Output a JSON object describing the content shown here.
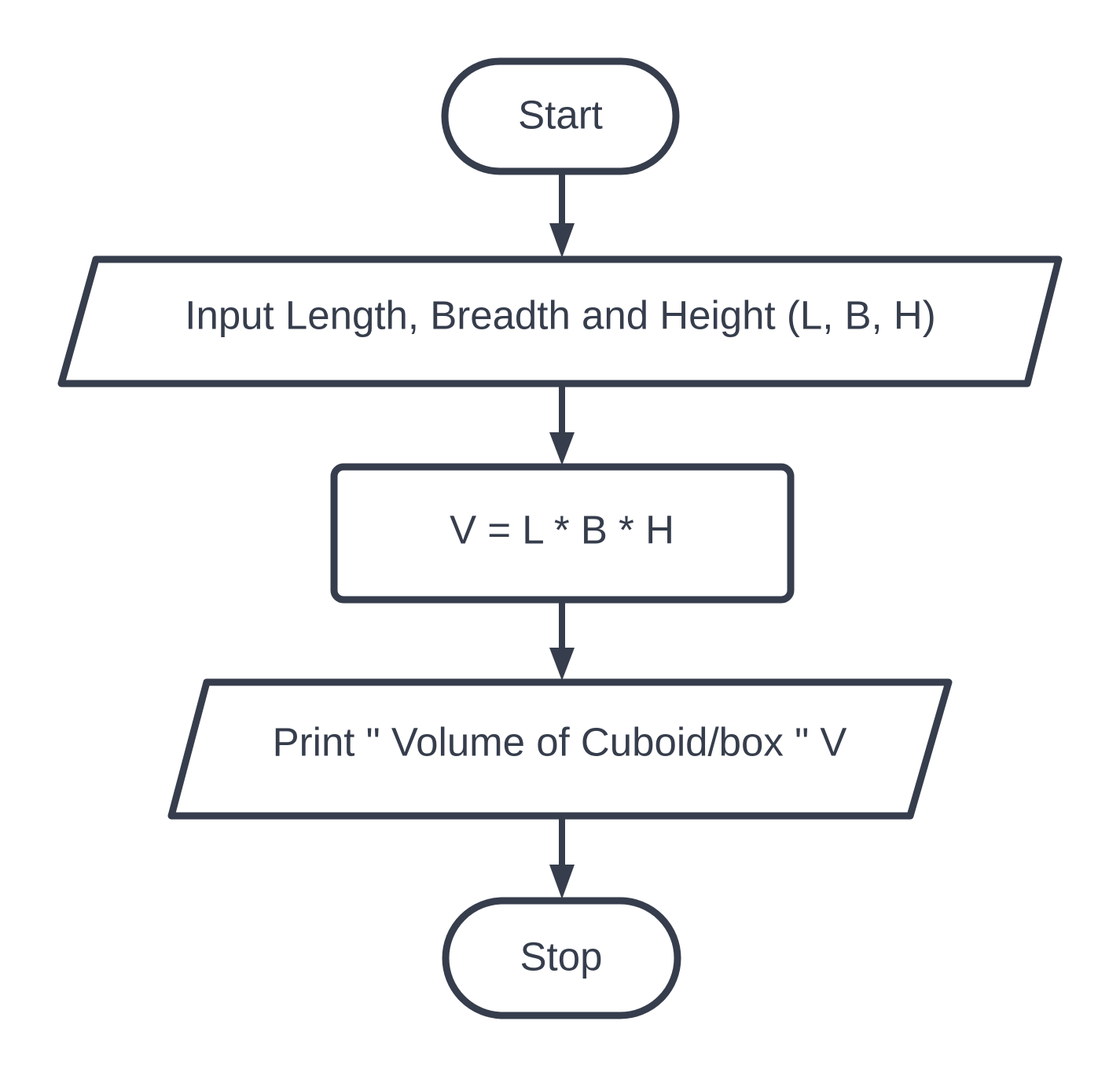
{
  "page": {
    "background": "#ffffff"
  },
  "diagram": {
    "type": "flowchart",
    "direction": "top-to-bottom",
    "colors": {
      "stroke": "#363d4c",
      "fill": "#ffffff",
      "text": "#363d4c",
      "arrow": "#363d4c",
      "background": "#ffffff"
    },
    "nodes": [
      {
        "id": "start",
        "shape": "terminator",
        "label": "Start"
      },
      {
        "id": "input",
        "shape": "parallelogram",
        "label": "Input Length, Breadth and Height (L, B, H)"
      },
      {
        "id": "process",
        "shape": "rectangle",
        "label": "V = L * B * H"
      },
      {
        "id": "output",
        "shape": "parallelogram",
        "label": "Print \" Volume of Cuboid/box \" V"
      },
      {
        "id": "stop",
        "shape": "terminator",
        "label": "Stop"
      }
    ],
    "edges": [
      {
        "from": "start",
        "to": "input",
        "style": "solid-arrow-down"
      },
      {
        "from": "input",
        "to": "process",
        "style": "solid-arrow-down"
      },
      {
        "from": "process",
        "to": "output",
        "style": "solid-arrow-down"
      },
      {
        "from": "output",
        "to": "stop",
        "style": "solid-arrow-down"
      }
    ]
  }
}
